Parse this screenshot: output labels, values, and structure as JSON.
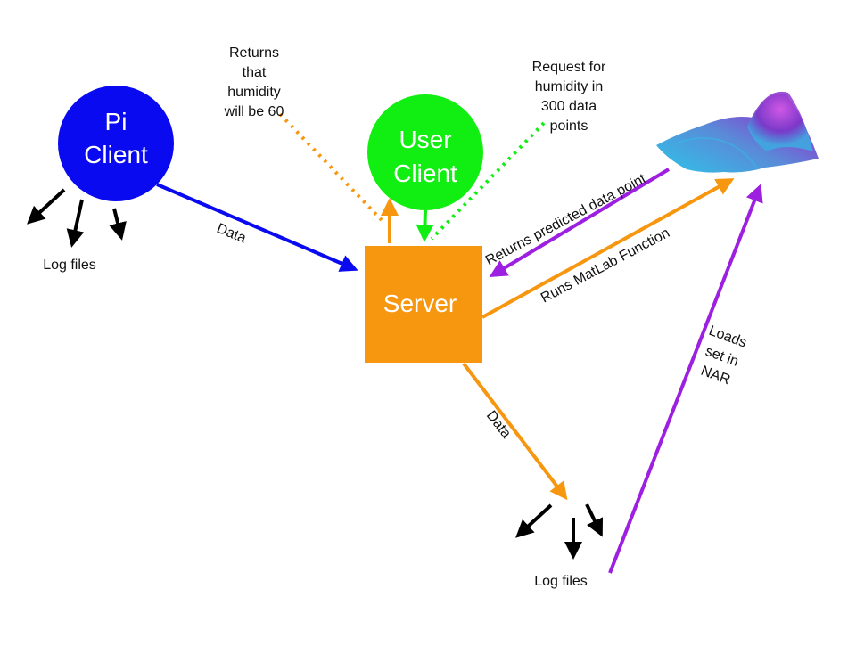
{
  "colors": {
    "blue": "#0a0af0",
    "green": "#11ee11",
    "orange": "#f7960f",
    "purple": "#9d1fe0",
    "black": "#000000"
  },
  "nodes": {
    "pi_client": {
      "line1": "Pi",
      "line2": "Client"
    },
    "user_client": {
      "line1": "User",
      "line2": "Client"
    },
    "server": {
      "label": "Server"
    },
    "surface_plot": {
      "icon": "3d-surface-plot-icon"
    }
  },
  "labels": {
    "returns_humidity": [
      "Returns",
      "that",
      "humidity",
      "will be 60"
    ],
    "request_humidity": [
      "Request for",
      "humidity in",
      "300 data",
      "points"
    ],
    "data_pi_to_server": "Data",
    "data_server_to_logs": "Data",
    "returns_predicted": "Returns predicted data point",
    "runs_matlab": "Runs MatLab Function",
    "loads_set": [
      "Loads",
      "set in",
      "NAR"
    ],
    "log_files_left": "Log files",
    "log_files_bottom": "Log files"
  }
}
